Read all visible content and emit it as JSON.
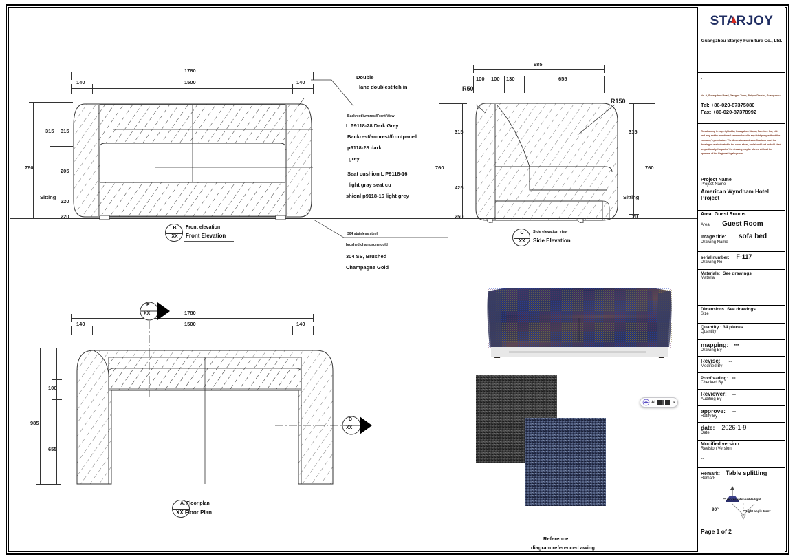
{
  "sheet": {
    "page_footer": "Page  1 of 2"
  },
  "company": {
    "logo_text": "STARJOY",
    "name": "Guangzhou Starjoy Furniture Co., Ltd.",
    "address": "No. 9, Guangzhou Road, Jiangpu Town, Baiyun District, Guangzhou",
    "tel": "Tel: +86-020-87375080",
    "fax": "Fax: +86-020-87378992",
    "copyright": "This drawing is copyrighted by Guangzhou Starjoy Furniture Co., Ltd., and may not be transferred or reproduced to any third party without the company's permission. The dimensions and specifications meet the drawing or are indicated in the sheet sheet, and should not be held shed proportionally. No part of the drawing may be altered without the approval of the Regional legal system."
  },
  "title_block": {
    "rows": [
      {
        "zh": "Project Name",
        "en": "Project Name",
        "value": "American Wyndham Hotel Project"
      },
      {
        "zh": "Area: Guest Rooms",
        "en": "Area",
        "value": "Guest Room"
      },
      {
        "zh": "Image title:",
        "en": "Drawing Name",
        "value": "sofa bed"
      },
      {
        "zh": "serial number:",
        "en": "Drawing No",
        "value": "F-117"
      },
      {
        "zh": "Materials:",
        "en": "Material",
        "value": "See drawings"
      },
      {
        "zh": "Dimensions",
        "en": "Size",
        "value": "See drawings"
      },
      {
        "zh": "Quantity : 34 pieces",
        "en": "Quantity",
        "value": ""
      },
      {
        "zh": "mapping:",
        "en": "Drawing By",
        "value": "***"
      },
      {
        "zh": "Revise:",
        "en": "Modified By",
        "value": "--"
      },
      {
        "zh": "Proofreading:",
        "en": "Checked By",
        "value": "--"
      },
      {
        "zh": "Reviewer:",
        "en": "Auditing By",
        "value": "--"
      },
      {
        "zh": "approve:",
        "en": "Ratify By",
        "value": "--"
      },
      {
        "zh": "date:",
        "en": "Date",
        "value": "2026-1-9"
      },
      {
        "zh": "Modified version:",
        "en": "Revision Version",
        "value": "--"
      },
      {
        "zh": "Remark:",
        "en": "Remark",
        "value": "Table splitting"
      }
    ],
    "remark_note1": "\"\" represents visible light",
    "remark_note2": "\"Right angle turn\"",
    "remark_angle": "90°"
  },
  "front_elevation": {
    "marker_top": "B",
    "marker_bottom": "XX",
    "label_zh": "Front elevation",
    "label_en": "Front Elevation",
    "dims": {
      "overall_width": "1780",
      "left_arm": "140",
      "seat_width": "1500",
      "right_arm": "140",
      "back_h": "315",
      "back_h2": "315",
      "total_h": "760",
      "cushion_h": "205",
      "sitting": "Sitting",
      "sitting_h": "220",
      "leg_h": "220"
    }
  },
  "side_elevation": {
    "marker_top": "C",
    "marker_bottom": "XX",
    "label_zh": "Side elevation view",
    "label_en": "Side Elevation",
    "dims": {
      "overall_depth": "985",
      "d1": "100",
      "d2": "100",
      "d3": "130",
      "d4": "655",
      "radius_small": "R50",
      "radius_large": "R150",
      "back_h": "315",
      "back_h_right": "315",
      "total_h": "760",
      "total_h_right": "760",
      "seat_h": "425",
      "leg_h": "250",
      "sitting": "Sitting",
      "leg_h_right": "20"
    }
  },
  "floor_plan": {
    "marker_top": "A. Floor plan",
    "marker_bottom": "XX Floor Plan",
    "marker_e": "E",
    "marker_e_sub": "XX",
    "marker_d": "D",
    "marker_d_sub": "XX",
    "dims": {
      "overall_width": "1780",
      "left_arm": "140",
      "seat_width": "1500",
      "right_arm": "140",
      "overall_depth": "985",
      "back_depth": "100",
      "seat_depth": "655"
    }
  },
  "annotations": {
    "a1_line1": "Double",
    "a1_line2": "lane doublestitch in",
    "a2_line1": "Backrest/Armrest/Front View",
    "a2_line2": "L P9118-28 Dark Grey",
    "a2_line3": "Backrest/armrest/frontpanell",
    "a2_line4": "p9118-28 dark",
    "a2_line5": "grey",
    "a3_line1": "Seat cushion L P9118-16",
    "a3_line2": "light gray seat cu",
    "a3_line3": "shionl p9118-16 light grey",
    "a4_line1": "304 stainless steel",
    "a4_line2": "brushed champagne gold",
    "a4_line3": "304 SS, Brushed",
    "a4_line4": "Champagne Gold"
  },
  "reference": {
    "caption_line1": "Reference",
    "caption_line2": "diagram referenced awing"
  },
  "widget": {
    "label": "AI",
    "chevron": "▾"
  },
  "colors": {
    "logo_blue": "#1f2d62",
    "logo_red": "#d42a1f",
    "line": "#333333",
    "copyright_brown": "#7a2b14"
  }
}
